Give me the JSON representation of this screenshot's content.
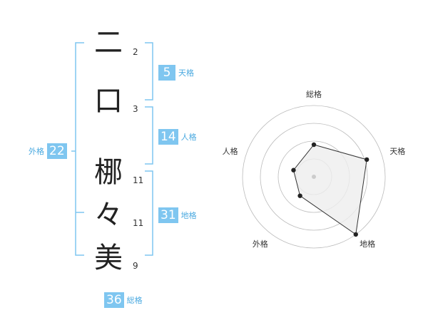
{
  "name_chars": [
    {
      "char": "二",
      "strokes": "2"
    },
    {
      "char": "口",
      "strokes": "3"
    },
    {
      "char": "梛",
      "strokes": "11"
    },
    {
      "char": "々",
      "strokes": "11"
    },
    {
      "char": "美",
      "strokes": "9"
    }
  ],
  "fortune": {
    "tenkaku": {
      "value": "5",
      "label": "天格"
    },
    "jinkaku": {
      "value": "14",
      "label": "人格"
    },
    "chikaku": {
      "value": "31",
      "label": "地格"
    },
    "gaikaku": {
      "value": "22",
      "label": "外格"
    },
    "soukaku": {
      "value": "36",
      "label": "総格"
    }
  },
  "colors": {
    "accent": "#7fc6f0",
    "accent_text": "#4aa9e0",
    "bracket": "#7fc6f0",
    "grid": "#bbbbbb",
    "polygon_fill": "#eeeeee",
    "polygon_stroke": "#333333"
  },
  "chart_data": {
    "type": "radar",
    "axes": [
      "総格",
      "天格",
      "地格",
      "外格",
      "人格"
    ],
    "values": [
      0.45,
      0.78,
      1.0,
      0.33,
      0.3
    ],
    "rings": 4,
    "grid": true
  }
}
